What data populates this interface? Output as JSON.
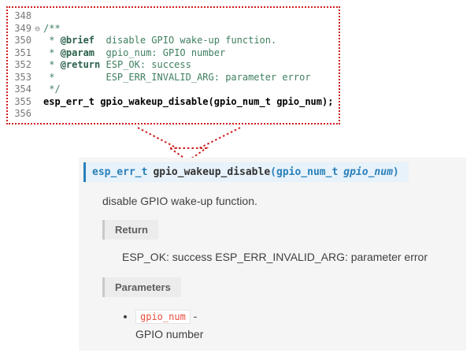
{
  "code_editor": {
    "fold_marker": "⊖",
    "lines": [
      {
        "num": "348",
        "pre": "",
        "tag": "",
        "rest": "",
        "code": ""
      },
      {
        "num": "349",
        "pre": "/**",
        "tag": "",
        "rest": "",
        "code": ""
      },
      {
        "num": "350",
        "pre": " * ",
        "tag": "@brief",
        "rest": "  disable GPIO wake-up function.",
        "code": ""
      },
      {
        "num": "351",
        "pre": " * ",
        "tag": "@param",
        "rest": "  gpio_num: GPIO number",
        "code": ""
      },
      {
        "num": "352",
        "pre": " * ",
        "tag": "@return",
        "rest": " ESP_OK: success",
        "code": ""
      },
      {
        "num": "353",
        "pre": " *         ESP_ERR_INVALID_ARG: parameter error",
        "tag": "",
        "rest": "",
        "code": ""
      },
      {
        "num": "354",
        "pre": " */",
        "tag": "",
        "rest": "",
        "code": ""
      },
      {
        "num": "355",
        "pre": "",
        "tag": "",
        "rest": "",
        "code": "esp_err_t gpio_wakeup_disable(gpio_num_t gpio_num);"
      },
      {
        "num": "356",
        "pre": "",
        "tag": "",
        "rest": "",
        "code": ""
      }
    ]
  },
  "doc": {
    "signature": {
      "return_type": "esp_err_t",
      "name": "gpio_wakeup_disable",
      "paren_open": "(",
      "param_type": "gpio_num_t",
      "param_name": "gpio_num",
      "paren_close": ")"
    },
    "description": "disable GPIO wake-up function.",
    "return_label": "Return",
    "return_text": "ESP_OK: success ESP_ERR_INVALID_ARG: parameter error",
    "parameters_label": "Parameters",
    "parameter": {
      "name": "gpio_num",
      "separator": " - ",
      "description": "GPIO number"
    }
  },
  "colors": {
    "dotted_border_red": "#cf1d1d",
    "comment_green": "#3f7f5f",
    "doc_tag_green": "#2a6049",
    "signature_bg": "#e7f2fa",
    "signature_border_blue": "#2980b9",
    "link_blue": "#2980b9",
    "inline_code_red": "#e74c3c",
    "rubric_bg": "#ececec",
    "body_text": "#404040",
    "doc_panel_bg": "#f5f5f5"
  }
}
